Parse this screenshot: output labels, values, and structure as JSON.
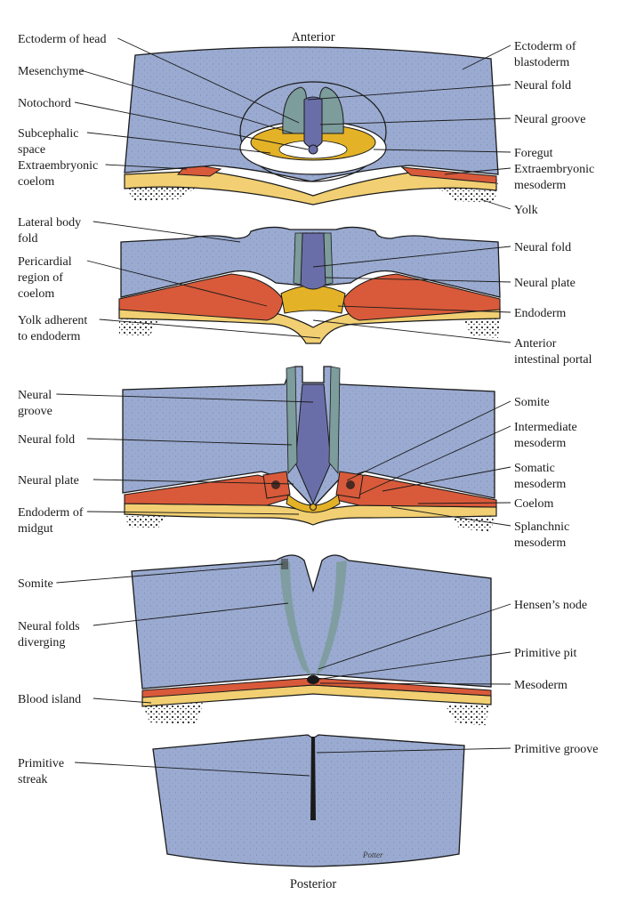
{
  "colors": {
    "ectoderm": "#9aaad0",
    "neural": "#7d9c9c",
    "notochord": "#6a6ea8",
    "mesoderm": "#d85a3a",
    "endoderm": "#e3b227",
    "yolk": "#f1cf72",
    "outline": "#1a1a1a"
  },
  "orientation": {
    "top": "Anterior",
    "bottom": "Posterior"
  },
  "signature": "Potter",
  "sections": [
    {
      "name": "head-section",
      "left_labels": [
        [
          "Ectoderm of head"
        ],
        [
          "Mesenchyme"
        ],
        [
          "Notochord"
        ],
        [
          "Subcephalic",
          "space"
        ],
        [
          "Extraembryonic",
          "coelom"
        ]
      ],
      "right_labels": [
        [
          "Ectoderm of",
          "blastoderm"
        ],
        [
          "Neural fold"
        ],
        [
          "Neural groove"
        ],
        [
          "Foregut"
        ],
        [
          "Extraembryonic",
          "mesoderm"
        ],
        [
          "Yolk"
        ]
      ]
    },
    {
      "name": "portal-section",
      "left_labels": [
        [
          "Lateral body",
          "fold"
        ],
        [
          "Pericardial",
          "region of",
          "coelom"
        ],
        [
          "Yolk adherent",
          "to endoderm"
        ]
      ],
      "right_labels": [
        [
          "Neural fold"
        ],
        [
          "Neural plate"
        ],
        [
          "Endoderm"
        ],
        [
          "Anterior",
          "intestinal portal"
        ]
      ]
    },
    {
      "name": "midgut-section",
      "left_labels": [
        [
          "Neural",
          "groove"
        ],
        [
          "Neural fold"
        ],
        [
          "Neural plate"
        ],
        [
          "Endoderm of",
          "midgut"
        ]
      ],
      "right_labels": [
        [
          "Somite"
        ],
        [
          "Intermediate",
          "mesoderm"
        ],
        [
          "Somatic",
          "mesoderm"
        ],
        [
          "Coelom"
        ],
        [
          "Splanchnic",
          "mesoderm"
        ]
      ]
    },
    {
      "name": "node-section",
      "left_labels": [
        [
          "Somite"
        ],
        [
          "Neural folds",
          "diverging"
        ],
        [
          "Blood island"
        ]
      ],
      "right_labels": [
        [
          "Hensen’s node"
        ],
        [
          "Primitive pit"
        ],
        [
          "Mesoderm"
        ]
      ]
    },
    {
      "name": "streak-section",
      "left_labels": [
        [
          "Primitive",
          "streak"
        ]
      ],
      "right_labels": [
        [
          "Primitive groove"
        ]
      ]
    }
  ]
}
